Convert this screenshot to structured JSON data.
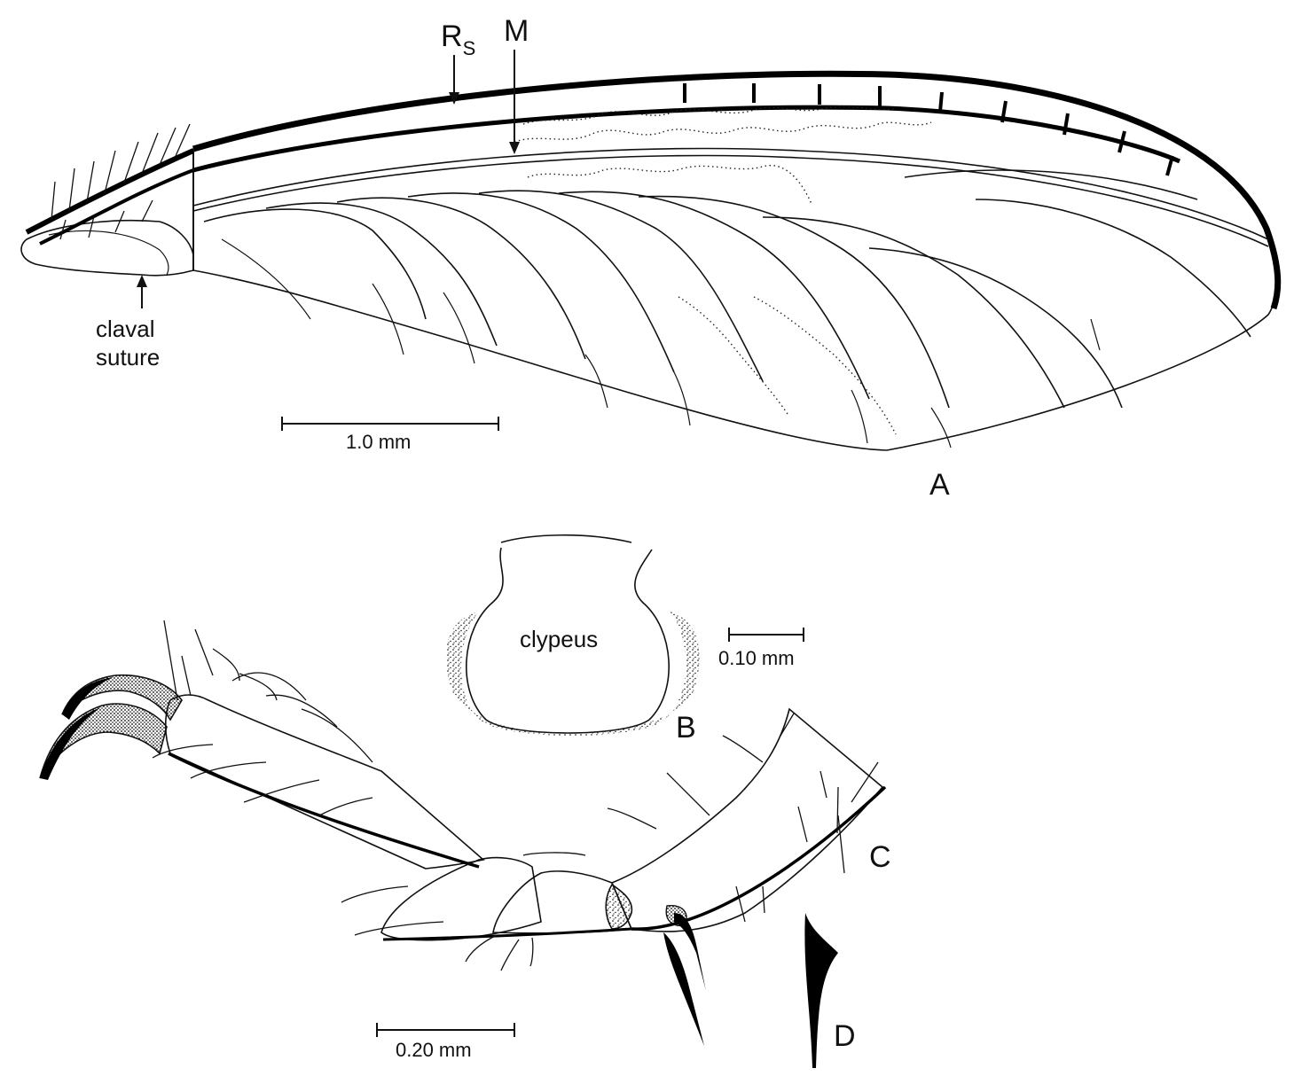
{
  "figure": {
    "panel_labels": {
      "a": "A",
      "b": "B",
      "c": "C",
      "d": "D"
    },
    "wing": {
      "vein_label_rs_main": "R",
      "vein_label_rs_sub": "S",
      "vein_label_m": "M",
      "claval_line1": "claval",
      "claval_line2": "suture",
      "scale_bar_label": "1.0 mm"
    },
    "clypeus": {
      "label": "clypeus",
      "scale_bar_label": "0.10 mm"
    },
    "leg": {
      "scale_bar_label": "0.20 mm"
    },
    "colors": {
      "ink": "#111111",
      "paper": "#ffffff"
    }
  }
}
